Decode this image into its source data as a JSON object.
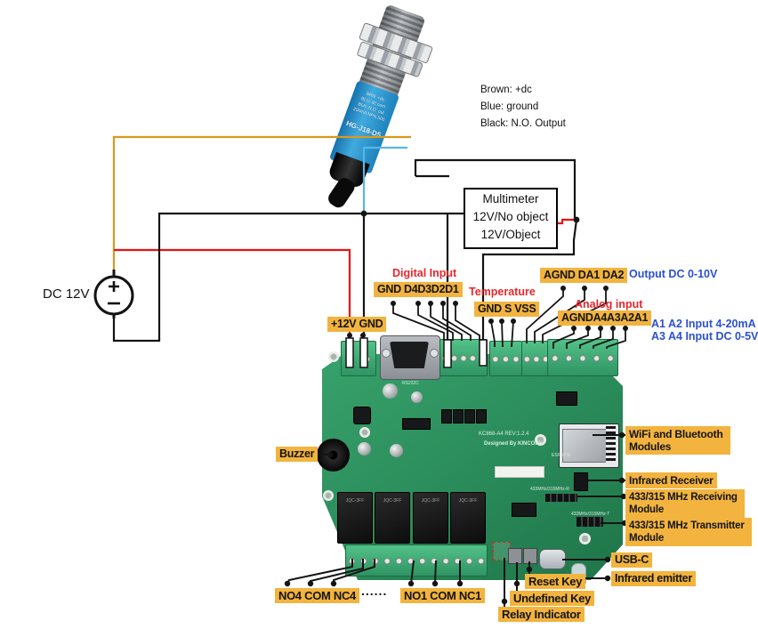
{
  "colors": {
    "label_bg": "#f2b43e",
    "red_text": "#e8262b",
    "blue_text": "#2b50d0",
    "wire_black": "#141414",
    "wire_red": "#e81212",
    "wire_orange": "#d9991c",
    "wire_blue": "#55b7e6",
    "board_green": "#2c8f5d"
  },
  "power": {
    "label": "DC 12V",
    "plus": "+",
    "minus": "−"
  },
  "sensor": {
    "legend": [
      "Brown: +dc",
      "Blue: ground",
      "Black: N.O. Output"
    ],
    "body_lines": [
      "BRN: +dc",
      "BLU: dc com",
      "BLK: N.O. out",
      "200mA NPN 500",
      "HG-J18-D5"
    ]
  },
  "multimeter": {
    "lines": [
      "Multimeter",
      "12V/No object",
      "12V/Object"
    ]
  },
  "pin_labels": {
    "v12": "+12V GND",
    "digital_header": "Digital Input",
    "digital": "GND D4D3D2D1",
    "temp_header": "Temperature",
    "temp": "GND S VSS",
    "da": "AGND DA1 DA2",
    "da_note": "Output DC 0-10V",
    "analog_header": "Analog input",
    "analog": "AGNDA4A3A2A1",
    "analog_note1": "A1 A2 Input 4-20mA",
    "analog_note2": "A3 A4 Input DC 0-5V"
  },
  "module_labels": [
    {
      "id": "wifi",
      "text": "WiFi and Bluetooth Modules"
    },
    {
      "id": "ir-receiver",
      "text": "Infrared Receiver"
    },
    {
      "id": "rf-rx",
      "text": "433/315 MHz Receiving Module"
    },
    {
      "id": "rf-tx",
      "text": "433/315 MHz Transmitter Module"
    },
    {
      "id": "usb",
      "text": "USB-C"
    },
    {
      "id": "ir-emitter",
      "text": "Infrared emitter"
    }
  ],
  "bottom_labels": {
    "no4": "NO4 COM NC4",
    "dots": "......",
    "no1": "NO1 COM NC1",
    "reset": "Reset Key",
    "undefined": "Undefined Key",
    "relay_ind": "Relay Indicator",
    "buzzer": "Buzzer"
  },
  "board_silk": {
    "model": "KC868-A4 REV:1.2.4",
    "brand": "Designed By KINCONY",
    "esp": "ESP32-S",
    "rs232": "RS232C",
    "rf_r": "433MHz/315MHz-R",
    "rf_t": "433MHz/315MHz-T",
    "relay": "JQC-3FF"
  }
}
